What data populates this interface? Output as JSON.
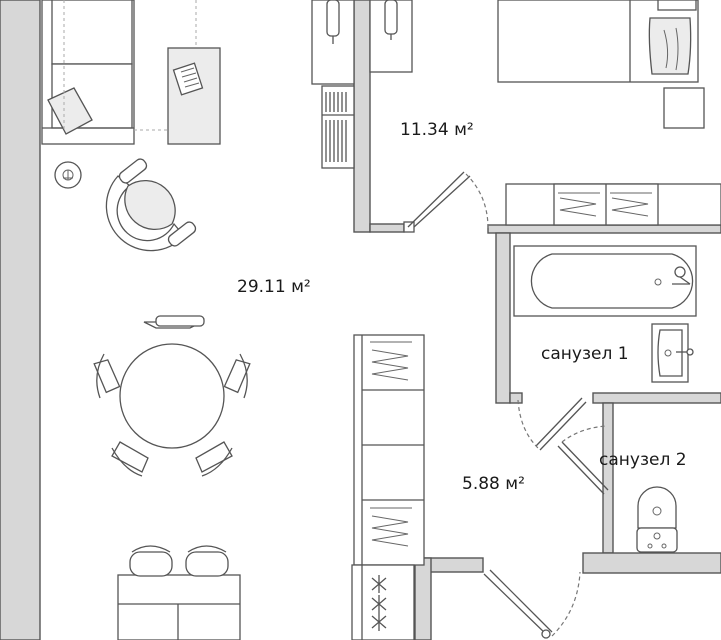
{
  "rooms": {
    "living_area": "29.11 м²",
    "bedroom_area": "11.34 м²",
    "hall_area": "5.88 м²",
    "bathroom1_label": "санузел 1",
    "bathroom2_label": "санузел 2"
  },
  "colors": {
    "wall_fill": "#d7d7d7",
    "line": "#555555",
    "background": "#ffffff"
  }
}
